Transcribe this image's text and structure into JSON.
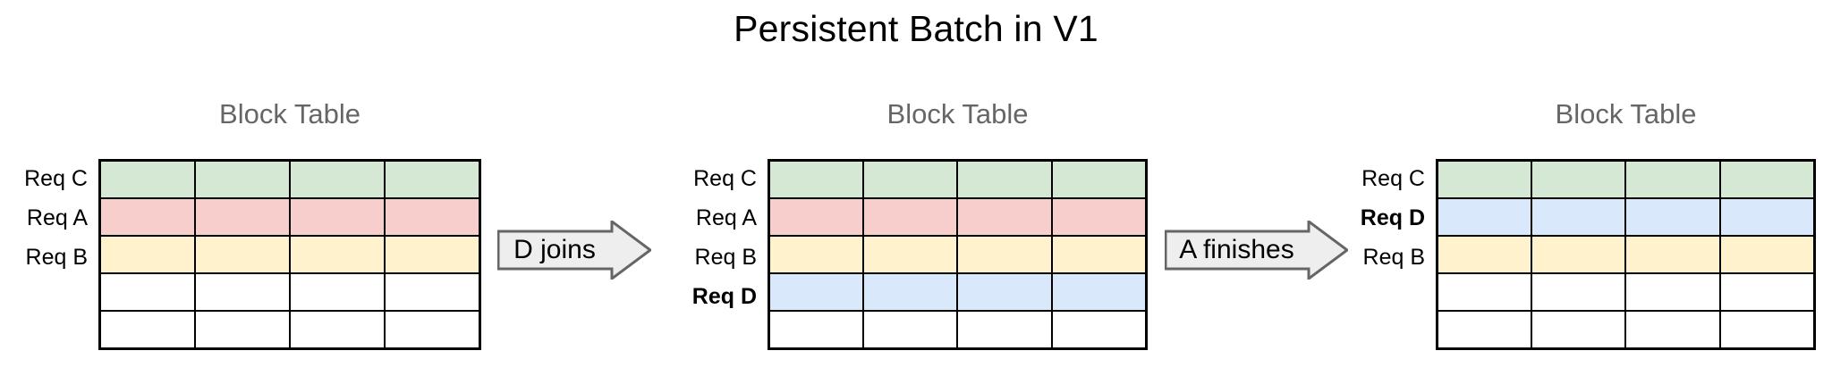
{
  "title": "Persistent Batch in V1",
  "colors": {
    "green": "#d5e8d4",
    "pink": "#f8cecc",
    "yellow": "#fff2cc",
    "blue": "#dae8fc",
    "empty": "#ffffff",
    "grid_line": "#000000",
    "header_text": "#666666",
    "arrow_fill": "#eeeeee",
    "arrow_stroke": "#666666"
  },
  "panels": [
    {
      "id": "stage-1",
      "header": "Block Table",
      "columns": 4,
      "rows": [
        {
          "label": "Req C",
          "bold": false,
          "color": "green"
        },
        {
          "label": "Req A",
          "bold": false,
          "color": "pink"
        },
        {
          "label": "Req B",
          "bold": false,
          "color": "yellow"
        },
        {
          "label": "",
          "bold": false,
          "color": "empty"
        },
        {
          "label": "",
          "bold": false,
          "color": "empty"
        }
      ]
    },
    {
      "id": "stage-2",
      "header": "Block Table",
      "columns": 4,
      "rows": [
        {
          "label": "Req C",
          "bold": false,
          "color": "green"
        },
        {
          "label": "Req A",
          "bold": false,
          "color": "pink"
        },
        {
          "label": "Req B",
          "bold": false,
          "color": "yellow"
        },
        {
          "label": "Req D",
          "bold": true,
          "color": "blue"
        },
        {
          "label": "",
          "bold": false,
          "color": "empty"
        }
      ]
    },
    {
      "id": "stage-3",
      "header": "Block Table",
      "columns": 4,
      "rows": [
        {
          "label": "Req C",
          "bold": false,
          "color": "green"
        },
        {
          "label": "Req D",
          "bold": true,
          "color": "blue"
        },
        {
          "label": "Req B",
          "bold": false,
          "color": "yellow"
        },
        {
          "label": "",
          "bold": false,
          "color": "empty"
        },
        {
          "label": "",
          "bold": false,
          "color": "empty"
        }
      ]
    }
  ],
  "arrows": [
    {
      "id": "arrow-d-joins",
      "label": "D joins"
    },
    {
      "id": "arrow-a-finishes",
      "label": "A finishes"
    }
  ]
}
